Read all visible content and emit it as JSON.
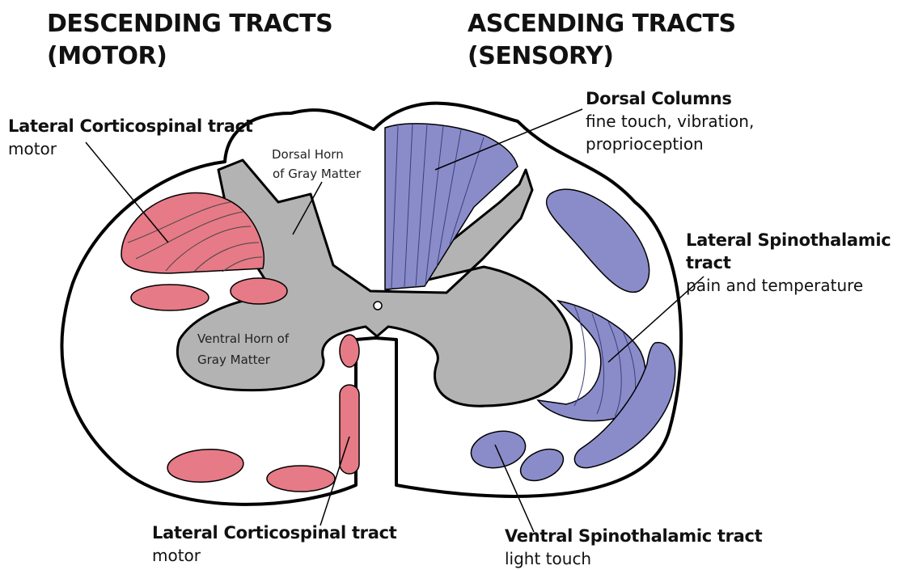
{
  "headings": {
    "descending": {
      "line1": "DESCENDING TRACTS",
      "line2": "(MOTOR)"
    },
    "ascending": {
      "line1": "ASCENDING TRACTS",
      "line2": "(SENSORY)"
    }
  },
  "callouts": {
    "lateral_corticospinal_top": {
      "name": "Lateral Corticospinal tract",
      "desc": "motor"
    },
    "lateral_corticospinal_bottom": {
      "name": "Lateral Corticospinal tract",
      "desc": "motor"
    },
    "dorsal_columns": {
      "name": "Dorsal Columns",
      "desc_line1": "fine touch, vibration,",
      "desc_line2": "proprioception"
    },
    "lateral_spinothalamic": {
      "name": "Lateral Spinothalamic tract",
      "desc": "pain and temperature"
    },
    "ventral_spinothalamic": {
      "name": "Ventral Spinothalamic tract",
      "desc": "light touch"
    }
  },
  "diagram_labels": {
    "dorsal_horn": {
      "line1": "Dorsal Horn",
      "line2": "of Gray Matter"
    },
    "ventral_horn": {
      "line1": "Ventral Horn of",
      "line2": "Gray Matter"
    }
  },
  "colors": {
    "motor_tract": "#e67a86",
    "sensory_tract": "#8a8cca",
    "gray_matter": "#b3b3b3",
    "outline": "#000000"
  }
}
